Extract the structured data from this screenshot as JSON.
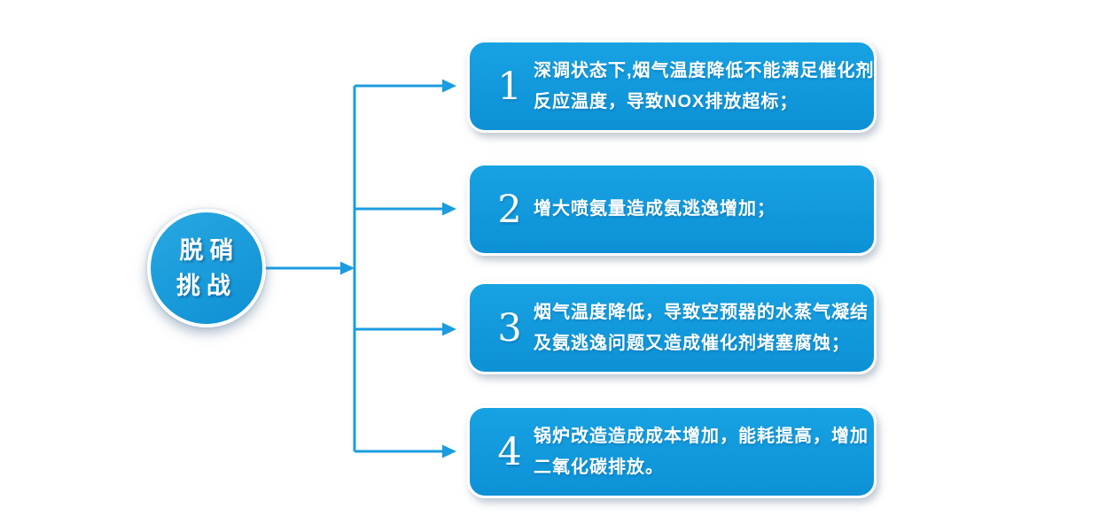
{
  "colors": {
    "connector_blue": "#1b9ce1",
    "box_gradient_top": "#17a2e3",
    "box_gradient_bottom": "#0d91d6",
    "circle_gradient_top": "#28a8e2",
    "circle_gradient_bottom": "#0e90d3",
    "text_color": "#ffffff"
  },
  "diagram": {
    "root_label": "脱硝\n挑战",
    "boxes": [
      {
        "number": "1",
        "text": "深调状态下,烟气温度降低不能满足催化剂\n反应温度，导致NOX排放超标；"
      },
      {
        "number": "2",
        "text": "增大喷氨量造成氨逃逸增加；"
      },
      {
        "number": "3",
        "text": "烟气温度降低，导致空预器的水蒸气凝结\n及氨逃逸问题又造成催化剂堵塞腐蚀；"
      },
      {
        "number": "4",
        "text": "锅炉改造造成成本增加，能耗提高，增加\n二氧化碳排放。"
      }
    ]
  }
}
